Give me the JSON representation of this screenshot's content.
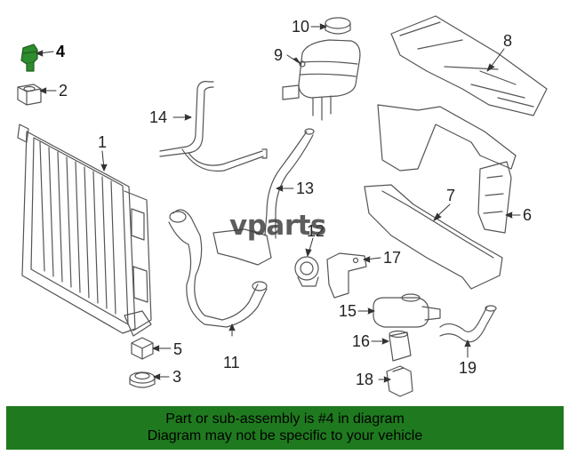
{
  "callouts": [
    {
      "id": "1",
      "label": "1"
    },
    {
      "id": "2",
      "label": "2"
    },
    {
      "id": "3",
      "label": "3"
    },
    {
      "id": "4",
      "label": "4",
      "highlighted": true
    },
    {
      "id": "5",
      "label": "5"
    },
    {
      "id": "6",
      "label": "6"
    },
    {
      "id": "7",
      "label": "7"
    },
    {
      "id": "8",
      "label": "8"
    },
    {
      "id": "9",
      "label": "9"
    },
    {
      "id": "10",
      "label": "10"
    },
    {
      "id": "11",
      "label": "11"
    },
    {
      "id": "12",
      "label": "12"
    },
    {
      "id": "13",
      "label": "13"
    },
    {
      "id": "14",
      "label": "14"
    },
    {
      "id": "15",
      "label": "15"
    },
    {
      "id": "16",
      "label": "16"
    },
    {
      "id": "17",
      "label": "17"
    },
    {
      "id": "18",
      "label": "18"
    },
    {
      "id": "19",
      "label": "19"
    }
  ],
  "watermark": "vparts",
  "banner": {
    "line1": "Part or sub-assembly is #4 in diagram",
    "line2": "Diagram may not be specific to your vehicle",
    "background": "#1f7a1f"
  },
  "colors": {
    "line": "#555555",
    "highlight": "#2e8b2e"
  }
}
